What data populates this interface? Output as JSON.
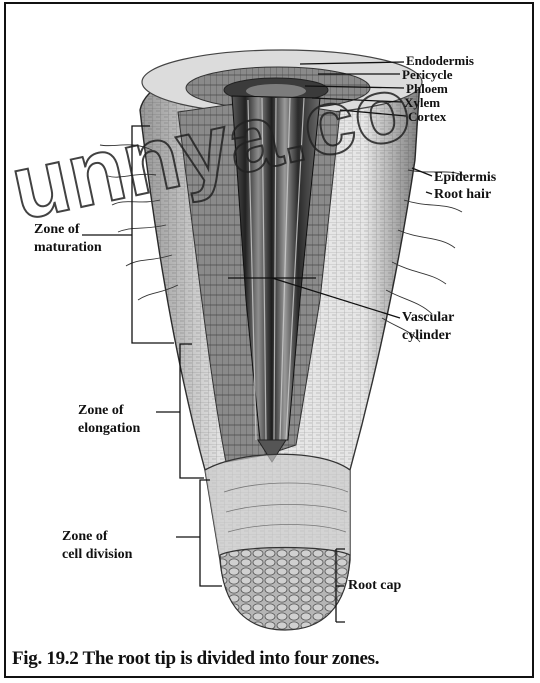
{
  "figure": {
    "caption": "Fig. 19.2 The root tip is divided into four zones.",
    "watermark": "unnya.co",
    "colors": {
      "ink": "#111111",
      "tissue_light": "#e9e9e9",
      "tissue_mid": "#bdbdbd",
      "tissue_dark": "#3a3a3a"
    }
  },
  "labels": {
    "endodermis": "Endodermis",
    "pericycle": "Pericycle",
    "phloem": "Phloem",
    "xylem": "Xylem",
    "cortex": "Cortex",
    "epidermis": "Epidermis",
    "root_hair": "Root hair",
    "zone_maturation_1": "Zone of",
    "zone_maturation_2": "maturation",
    "vascular_1": "Vascular",
    "vascular_2": "cylinder",
    "zone_elongation_1": "Zone of",
    "zone_elongation_2": "elongation",
    "zone_division_1": "Zone of",
    "zone_division_2": "cell division",
    "root_cap": "Root cap"
  }
}
